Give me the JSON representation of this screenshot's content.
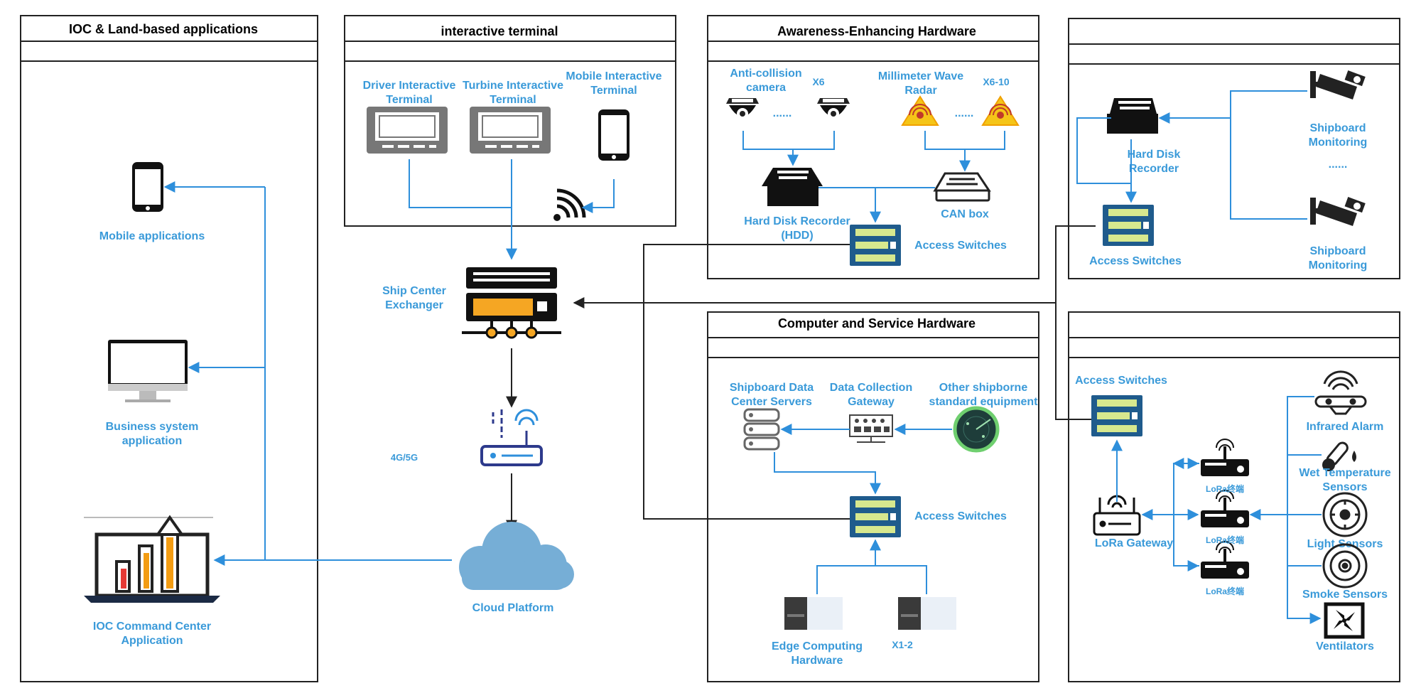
{
  "panels": {
    "ioc": "IOC & Land-based applications",
    "interactive": "interactive terminal",
    "awareness": "Awareness-Enhancing Hardware",
    "monitor": "",
    "computer": "Computer and Service Hardware",
    "sensors": ""
  },
  "labels": {
    "mobile_apps": "Mobile applications",
    "business_1": "Business system",
    "business_2": "application",
    "ioc_app_1": "IOC Command Center",
    "ioc_app_2": "Application",
    "driver_1": "Driver Interactive",
    "driver_2": "Terminal",
    "turbine_1": "Turbine Interactive",
    "turbine_2": "Terminal",
    "mobile_term_1": "Mobile Interactive",
    "mobile_term_2": "Terminal",
    "ship_center_1": "Ship Center",
    "ship_center_2": "Exchanger",
    "g45": "4G/5G",
    "cloud": "Cloud Platform",
    "anti_1": "Anti-collision",
    "anti_2": "camera",
    "x6": "X6",
    "mmw_1": "Millimeter Wave",
    "mmw_2": "Radar",
    "x610": "X6-10",
    "hdd_1": "Hard Disk Recorder",
    "hdd_2": "(HDD)",
    "canbox": "CAN box",
    "access_switches": "Access Switches",
    "hd_rec_1": "Hard Disk",
    "hd_rec_2": "Recorder",
    "ship_mon_1": "Shipboard",
    "ship_mon_2": "Monitoring",
    "dots": "......",
    "sdc_1": "Shipboard Data",
    "sdc_2": "Center Servers",
    "dcg_1": "Data Collection",
    "dcg_2": "Gateway",
    "other_1": "Other shipborne",
    "other_2": "standard equipment",
    "edge_1": "Edge Computing",
    "edge_2": "Hardware",
    "x12": "X1-2",
    "lora_gateway": "LoRa Gateway",
    "lora_term": "LoRa终端",
    "infrared": "Infrared Alarm",
    "wet_1": "Wet Temperature",
    "wet_2": "Sensors",
    "light": "Light Sensors",
    "smoke": "Smoke Sensors",
    "vent": "Ventilators"
  },
  "colors": {
    "accent": "#3a9ad9",
    "arrow": "#2e8fdb",
    "switch_fill": "#1f5b8c",
    "switch_bar": "#d7e88e",
    "warning": "#f5c518",
    "ioc_orange": "#f39c12",
    "cloud": "#76aed6"
  },
  "icons": [
    "phone-icon",
    "monitor-icon",
    "chart-laptop-icon",
    "terminal-screen-icon",
    "wifi-icon",
    "switch-icon",
    "router-icon",
    "cloud-icon",
    "dome-camera-icon",
    "radar-warning-icon",
    "hdd-icon",
    "can-box-icon",
    "cctv-camera-icon",
    "server-rack-icon",
    "gateway-device-icon",
    "radar-scope-icon",
    "edge-server-icon",
    "lora-gateway-icon",
    "lora-terminal-icon",
    "infrared-alarm-icon",
    "temperature-icon",
    "light-sensor-icon",
    "smoke-sensor-icon",
    "ventilator-icon"
  ]
}
